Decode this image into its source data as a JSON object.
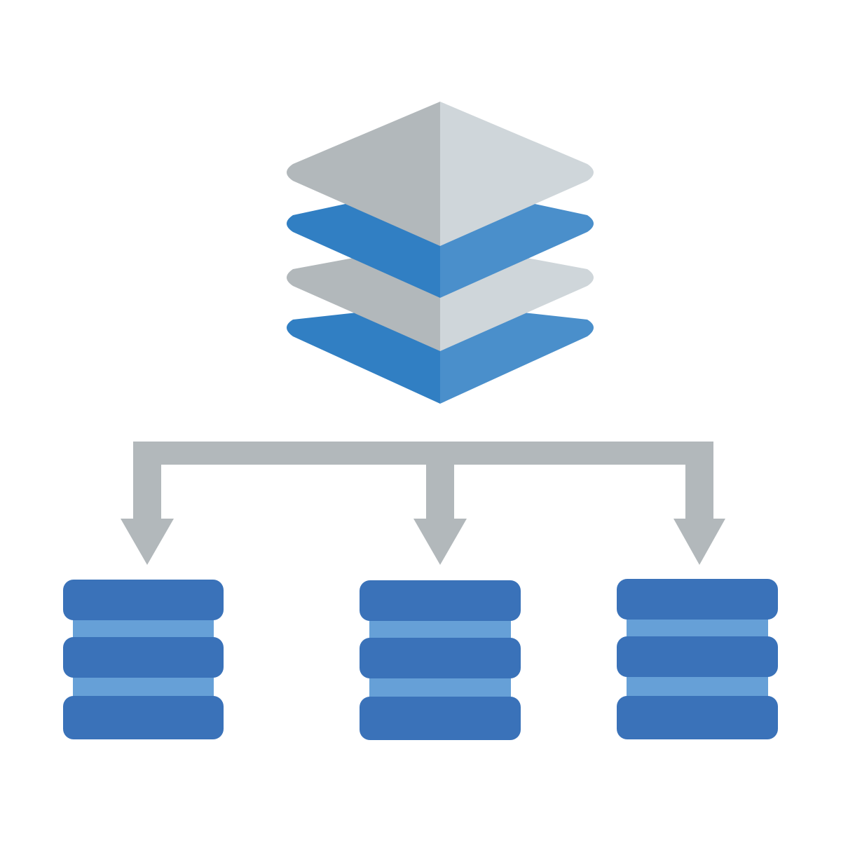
{
  "colors": {
    "background": "#ffffff",
    "layer_gray_left": "#b2b8bb",
    "layer_gray_right": "#cfd6da",
    "layer_blue_left": "#317fc3",
    "layer_blue_right": "#4a8fcb",
    "connector_gray": "#b2b8bb",
    "db_disk_blue": "#3a72b9",
    "db_band_light_blue": "#66a0d7"
  },
  "icons": {
    "source": "layered-stack-icon",
    "targets": [
      "database-icon",
      "database-icon",
      "database-icon"
    ]
  },
  "diagram": {
    "source_layers": 4,
    "connection_arrows": 3,
    "target_databases": 3,
    "disks_per_database": 3
  }
}
